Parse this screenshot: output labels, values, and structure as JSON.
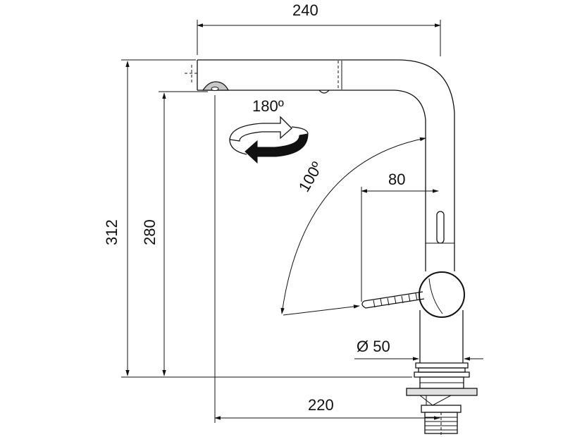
{
  "dimensions": {
    "overall_width": "240",
    "total_height": "312",
    "spout_height": "280",
    "rotation_angle": "180º",
    "lever_angle": "100º",
    "lever_offset": "80",
    "base_diameter": "Ø 50",
    "reach": "220"
  },
  "icons": {
    "rotation": "rotation-arrow-icon"
  }
}
